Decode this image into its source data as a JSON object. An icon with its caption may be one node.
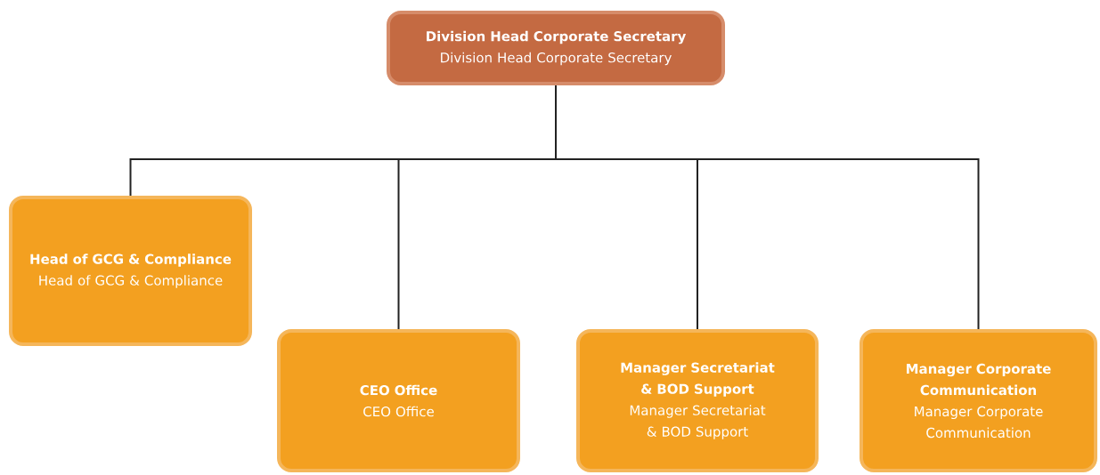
{
  "diagram": {
    "nodes": [
      {
        "text": [
          "Division Head Corporate Secretary",
          "Division Head Corporate Secretary"
        ]
      },
      {
        "text": [
          "Head of GCG & Compliance",
          "Head of GCG & Compliance"
        ]
      },
      {
        "text": [
          "CEO Office",
          "CEO Office"
        ]
      },
      {
        "text": [
          "Manager Secretariat & BOD Support",
          "Manager Secretariat & BOD Support"
        ]
      },
      {
        "text": [
          "Manager Corporate Communication",
          "Manager Corporate Communication"
        ]
      }
    ],
    "edges": [
      {
        "from": 0,
        "to": 1,
        "arrow": "none"
      },
      {
        "from": 0,
        "to": 2,
        "arrow": "none"
      },
      {
        "from": 0,
        "to": 3,
        "arrow": "none"
      },
      {
        "from": 0,
        "to": 4,
        "arrow": "none"
      }
    ]
  }
}
